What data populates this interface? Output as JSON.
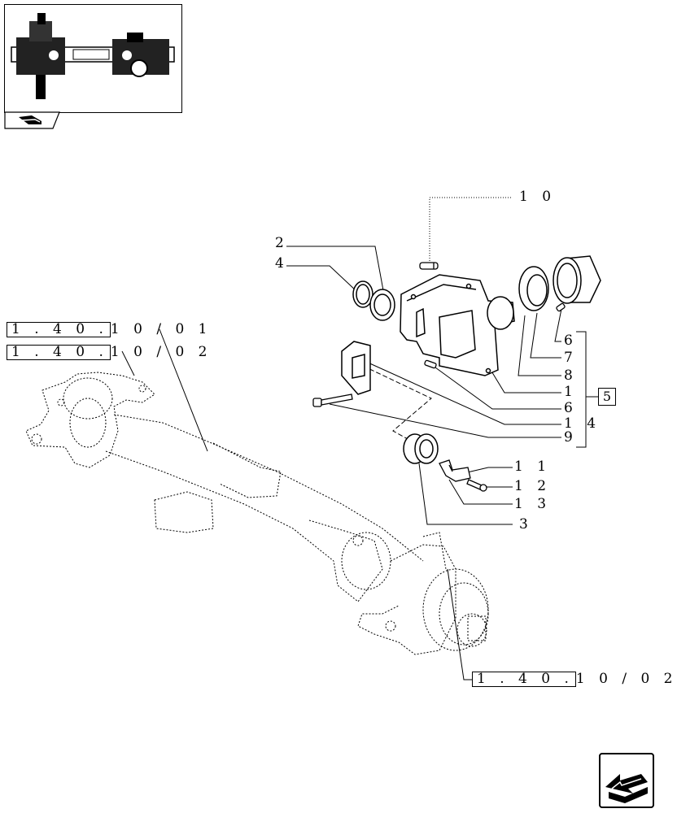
{
  "callouts": {
    "c10": "1 0",
    "c2": "2",
    "c4": "4",
    "c6a": "6",
    "c7": "7",
    "c8": "8",
    "c1": "1",
    "c6b": "6",
    "c14": "1 4",
    "c9": "9",
    "c11": "1 1",
    "c12": "1 2",
    "c13": "1 3",
    "c3": "3",
    "c5": "5"
  },
  "refs": {
    "ref1_box": "1 . 4 0 .",
    "ref1_tail": "1 0 / 0 1",
    "ref2_box": "1 . 4 0 .",
    "ref2_tail": "1 0 / 0 2",
    "ref3_box": "1 . 4 0 .",
    "ref3_tail": "1 0 / 0 2"
  },
  "icons": {
    "thumbnail": "axle-thumbnail-icon",
    "tab": "folder-book-icon",
    "nav": "prev-page-arrow-icon"
  }
}
